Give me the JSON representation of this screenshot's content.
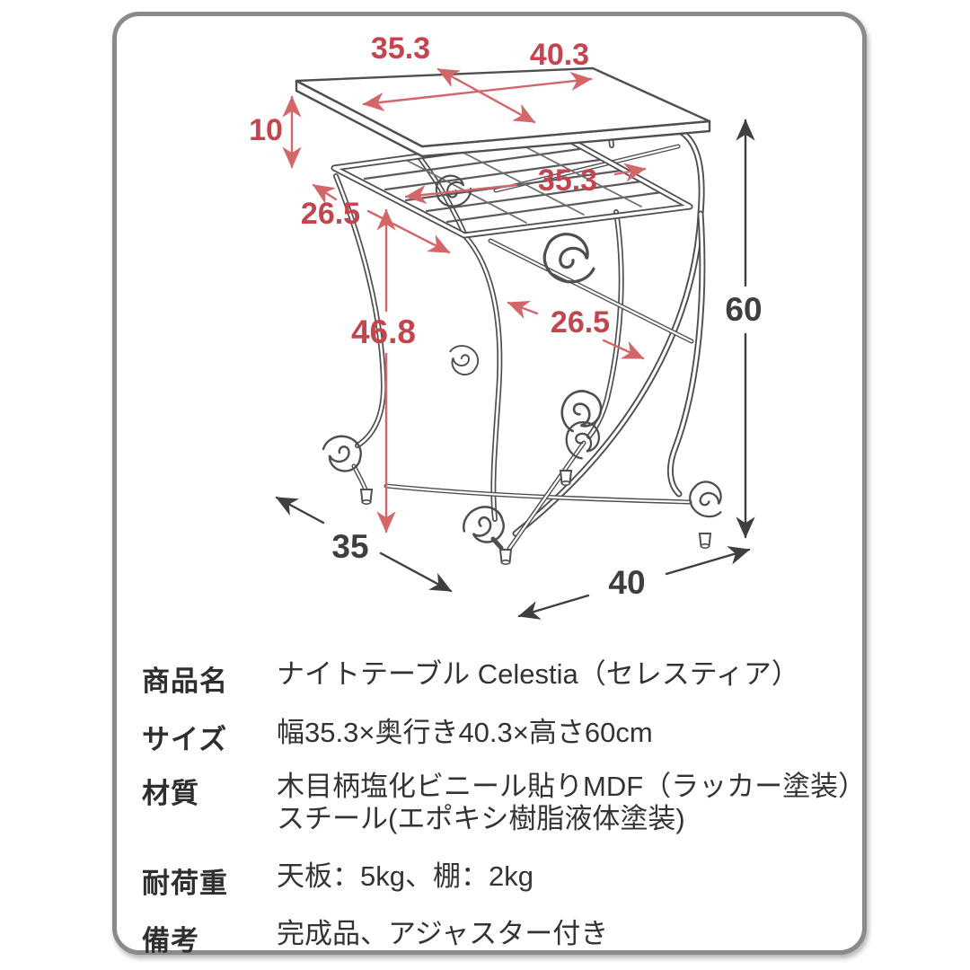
{
  "colors": {
    "accent_red": "#c4454e",
    "dim_line_red": "#d4666a",
    "dim_line_dark": "#3f3f3f",
    "art_line_gray": "#4f4f4f",
    "border_gray": "#8a8a8a",
    "text_dark": "#2e2e2e"
  },
  "diagram": {
    "dims": {
      "top_width": "35.3",
      "top_depth": "40.3",
      "panel_gap": "10",
      "shelf_width": "35.3",
      "shelf_back_depth": "26.5",
      "leg_height": "46.8",
      "shelf_front_depth": "26.5",
      "total_height": "60",
      "base_depth": "35",
      "base_width": "40"
    }
  },
  "spec": {
    "rows": [
      {
        "label": "商品名",
        "value": "ナイトテーブル Celestia（セレスティア）"
      },
      {
        "label": "サイズ",
        "value": "幅35.3×奥行き40.3×高さ60cm"
      },
      {
        "label": "材質",
        "value": "木目柄塩化ビニール貼りMDF（ラッカー塗装）",
        "value2": "スチール(エポキシ樹脂液体塗装)"
      },
      {
        "label": "耐荷重",
        "value": "天板：5kg、棚：2kg"
      },
      {
        "label": "備考",
        "value": "完成品、アジャスター付き"
      }
    ]
  }
}
